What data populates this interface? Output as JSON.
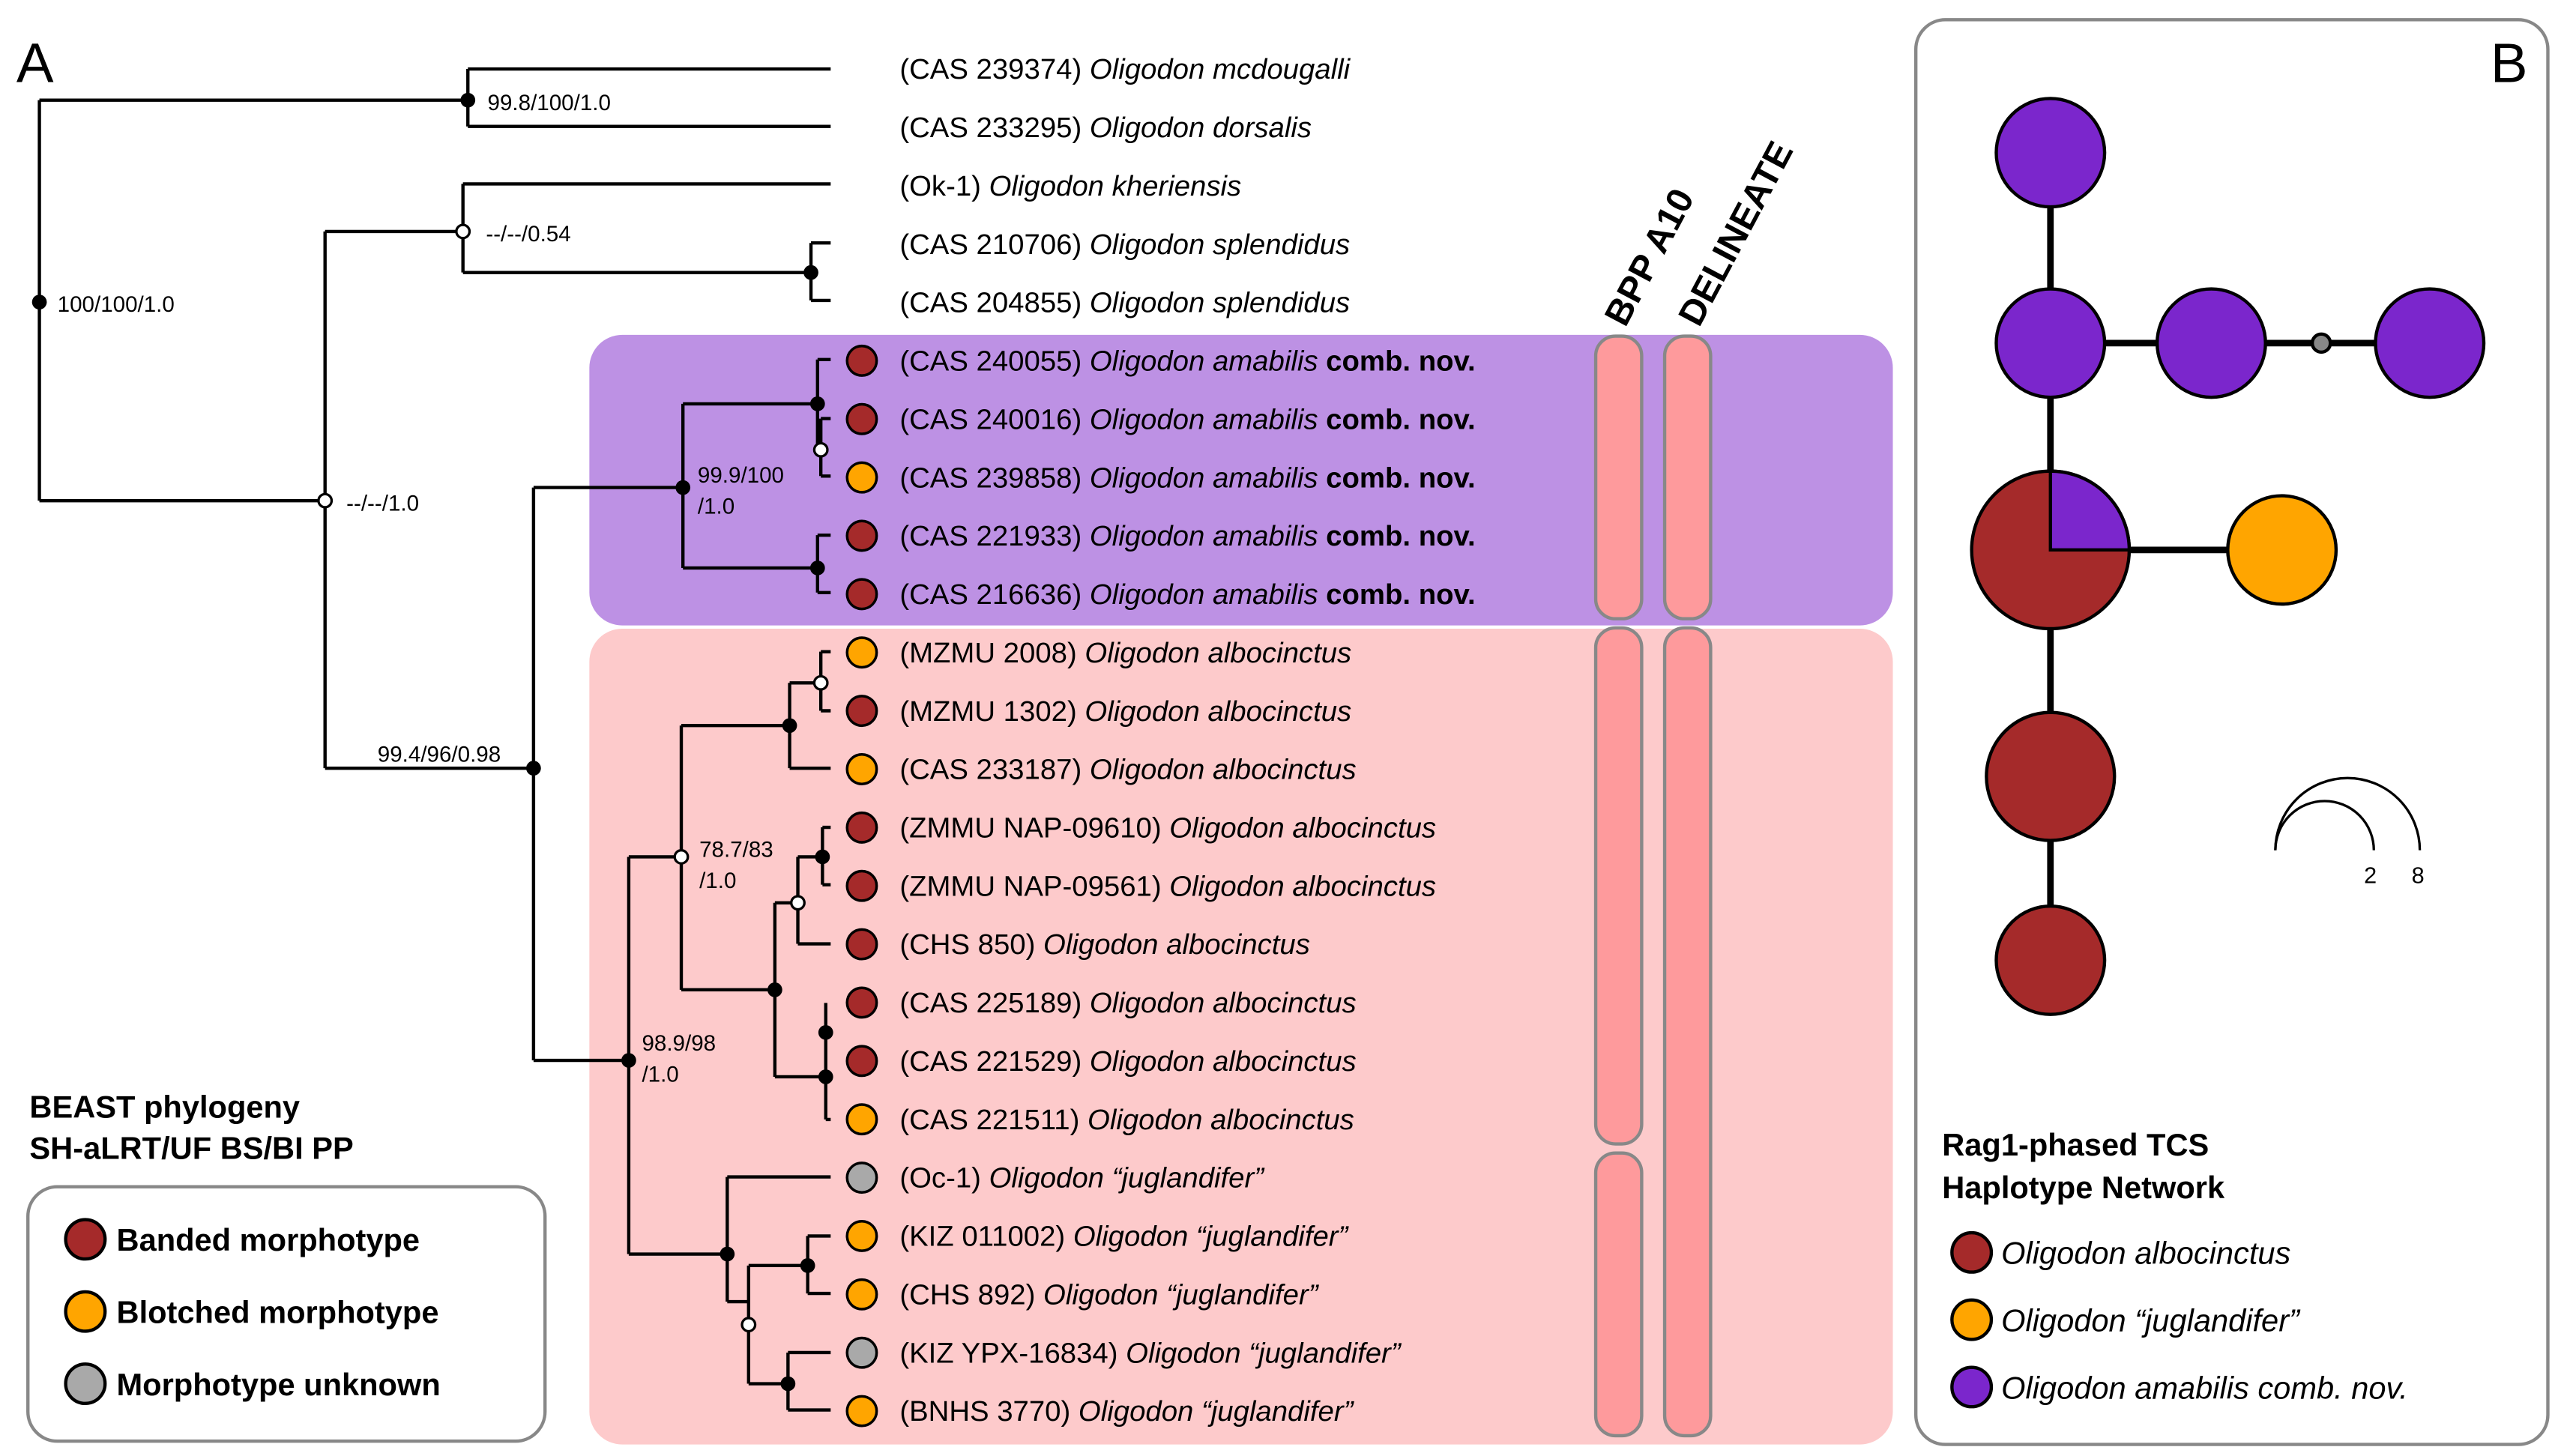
{
  "panel_labels": {
    "a": "A",
    "b": "B"
  },
  "colors": {
    "banded": "#a52a2a",
    "blotched": "#ffa500",
    "unknown": "#a9a9a9",
    "amabilis_clade_bg": "#bd91e4",
    "albocinctus_clade_bg": "#fdcacb",
    "delimitation_bar": "#fe9a9c",
    "delimitation_bar_border": "#888888",
    "network_purple": "#7b26cc",
    "network_red": "#a52a2a",
    "network_orange": "#ffa500",
    "network_median": "#888888",
    "panel_border": "#888888"
  },
  "tree": {
    "taxa": [
      {
        "voucher": "(CAS 239374)",
        "genus": "Oligodon",
        "epithet": "mcdougalli",
        "suffix": "",
        "morph": null
      },
      {
        "voucher": "(CAS 233295)",
        "genus": "Oligodon",
        "epithet": "dorsalis",
        "suffix": "",
        "morph": null
      },
      {
        "voucher": "(Ok-1)",
        "genus": "Oligodon",
        "epithet": "kheriensis",
        "suffix": "",
        "morph": null
      },
      {
        "voucher": "(CAS 210706)",
        "genus": "Oligodon",
        "epithet": "splendidus",
        "suffix": "",
        "morph": null
      },
      {
        "voucher": "(CAS 204855)",
        "genus": "Oligodon",
        "epithet": "splendidus",
        "suffix": "",
        "morph": null
      },
      {
        "voucher": "(CAS 240055)",
        "genus": "Oligodon",
        "epithet": "amabilis",
        "suffix": "comb. nov.",
        "morph": "banded"
      },
      {
        "voucher": "(CAS 240016)",
        "genus": "Oligodon",
        "epithet": "amabilis",
        "suffix": "comb. nov.",
        "morph": "banded"
      },
      {
        "voucher": "(CAS 239858)",
        "genus": "Oligodon",
        "epithet": "amabilis",
        "suffix": "comb. nov.",
        "morph": "blotched"
      },
      {
        "voucher": "(CAS 221933)",
        "genus": "Oligodon",
        "epithet": "amabilis",
        "suffix": "comb. nov.",
        "morph": "banded"
      },
      {
        "voucher": "(CAS 216636)",
        "genus": "Oligodon",
        "epithet": "amabilis",
        "suffix": "comb. nov.",
        "morph": "banded"
      },
      {
        "voucher": "(MZMU 2008)",
        "genus": "Oligodon",
        "epithet": "albocinctus",
        "suffix": "",
        "morph": "blotched"
      },
      {
        "voucher": "(MZMU 1302)",
        "genus": "Oligodon",
        "epithet": "albocinctus",
        "suffix": "",
        "morph": "banded"
      },
      {
        "voucher": "(CAS 233187)",
        "genus": "Oligodon",
        "epithet": "albocinctus",
        "suffix": "",
        "morph": "blotched"
      },
      {
        "voucher": "(ZMMU NAP-09610)",
        "genus": "Oligodon",
        "epithet": "albocinctus",
        "suffix": "",
        "morph": "banded"
      },
      {
        "voucher": "(ZMMU NAP-09561)",
        "genus": "Oligodon",
        "epithet": "albocinctus",
        "suffix": "",
        "morph": "banded"
      },
      {
        "voucher": "(CHS 850)",
        "genus": "Oligodon",
        "epithet": "albocinctus",
        "suffix": "",
        "morph": "banded"
      },
      {
        "voucher": "(CAS 225189)",
        "genus": "Oligodon",
        "epithet": "albocinctus",
        "suffix": "",
        "morph": "banded"
      },
      {
        "voucher": "(CAS 221529)",
        "genus": "Oligodon",
        "epithet": "albocinctus",
        "suffix": "",
        "morph": "banded"
      },
      {
        "voucher": "(CAS 221511)",
        "genus": "Oligodon",
        "epithet": "albocinctus",
        "suffix": "",
        "morph": "blotched"
      },
      {
        "voucher": "(Oc-1)",
        "genus": "Oligodon",
        "epithet": "“juglandifer”",
        "suffix": "",
        "morph": "unknown"
      },
      {
        "voucher": "(KIZ 011002)",
        "genus": "Oligodon",
        "epithet": "“juglandifer”",
        "suffix": "",
        "morph": "blotched"
      },
      {
        "voucher": "(CHS 892)",
        "genus": "Oligodon",
        "epithet": "“juglandifer”",
        "suffix": "",
        "morph": "blotched"
      },
      {
        "voucher": "(KIZ YPX-16834)",
        "genus": "Oligodon",
        "epithet": "“juglandifer”",
        "suffix": "",
        "morph": "unknown"
      },
      {
        "voucher": "(BNHS 3770)",
        "genus": "Oligodon",
        "epithet": "“juglandifer”",
        "suffix": "",
        "morph": "blotched"
      }
    ],
    "support_labels": [
      {
        "node": "root",
        "text": "100/100/1.0"
      },
      {
        "node": "mcdougalli-dorsalis",
        "text": "99.8/100/1.0"
      },
      {
        "node": "kheriensis-splendidus",
        "text": "--/--/0.54"
      },
      {
        "node": "ingroup",
        "text": "--/--/1.0"
      },
      {
        "node": "amabilis-albocinctus",
        "text": "99.4/96/0.98"
      },
      {
        "node": "amabilis",
        "text_line1": "99.9/100",
        "text_line2": "/1.0"
      },
      {
        "node": "albocinctus-juglandifer",
        "text_line1": "98.9/98",
        "text_line2": "/1.0"
      },
      {
        "node": "albocinctus",
        "text_line1": "78.7/83",
        "text_line2": "/1.0"
      }
    ],
    "delimitation_columns": [
      "BPP A10",
      "DELINEATE"
    ],
    "delimitation_groups": {
      "BPP A10": [
        {
          "from_taxon": 5,
          "to_taxon": 9
        },
        {
          "from_taxon": 10,
          "to_taxon": 18
        },
        {
          "from_taxon": 19,
          "to_taxon": 23
        }
      ],
      "DELINEATE": [
        {
          "from_taxon": 5,
          "to_taxon": 9
        },
        {
          "from_taxon": 10,
          "to_taxon": 23
        }
      ]
    }
  },
  "tree_legend": {
    "title_line1": "BEAST phylogeny",
    "title_line2": "SH-aLRT/UF BS/BI PP",
    "items": [
      {
        "label": "Banded morphotype",
        "morph": "banded"
      },
      {
        "label": "Blotched morphotype",
        "morph": "blotched"
      },
      {
        "label": "Morphotype unknown",
        "morph": "unknown"
      }
    ]
  },
  "network": {
    "title_line1": "Rag1-phased TCS",
    "title_line2": "Haplotype Network",
    "scale_labels": [
      "2",
      "8"
    ],
    "nodes": [
      {
        "id": "p1",
        "species": [
          "amabilis"
        ],
        "count_class": "small"
      },
      {
        "id": "p2",
        "species": [
          "amabilis"
        ],
        "count_class": "small"
      },
      {
        "id": "p3",
        "species": [
          "amabilis"
        ],
        "count_class": "small"
      },
      {
        "id": "p4",
        "species": [
          "amabilis"
        ],
        "count_class": "small"
      },
      {
        "id": "mix",
        "species": [
          "albocinctus",
          "amabilis"
        ],
        "fractions": [
          0.75,
          0.25
        ],
        "count_class": "large"
      },
      {
        "id": "o1",
        "species": [
          "juglandifer"
        ],
        "count_class": "small"
      },
      {
        "id": "r1",
        "species": [
          "albocinctus"
        ],
        "count_class": "medium"
      },
      {
        "id": "r2",
        "species": [
          "albocinctus"
        ],
        "count_class": "small"
      }
    ],
    "legend": [
      {
        "label": "Oligodon albocinctus",
        "species": "albocinctus"
      },
      {
        "label": "Oligodon “juglandifer”",
        "species": "juglandifer"
      },
      {
        "label": "Oligodon amabilis comb. nov.",
        "species": "amabilis"
      }
    ]
  }
}
